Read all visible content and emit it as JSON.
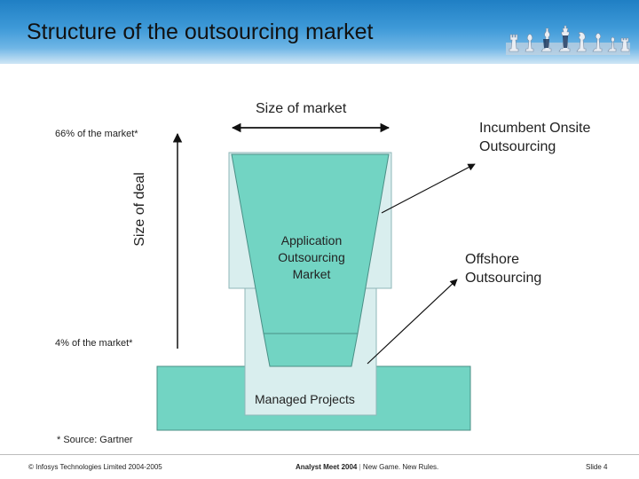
{
  "title": "Structure of the outsourcing market",
  "diagram": {
    "size_of_market": "Size of market",
    "size_of_deal": "Size of deal",
    "top_percent": "66% of the market*",
    "bottom_percent": "4% of the market*",
    "center_label": [
      "Application",
      "Outsourcing",
      "Market"
    ],
    "incumbent_label": [
      "Incumbent Onsite",
      "Outsourcing"
    ],
    "offshore_label": [
      "Offshore",
      "Outsourcing"
    ],
    "managed_projects": "Managed Projects",
    "source": "* Source: Gartner"
  },
  "colors": {
    "teal": "#72d4c3",
    "light_teal": "#d9eeee",
    "header_blue": "#2c86c8"
  },
  "footer": {
    "copyright": "© Infosys Technologies Limited 2004-2005",
    "event_bold": "Analyst Meet 2004",
    "event_rest": "New Game. New Rules.",
    "slide": "Slide 4"
  }
}
